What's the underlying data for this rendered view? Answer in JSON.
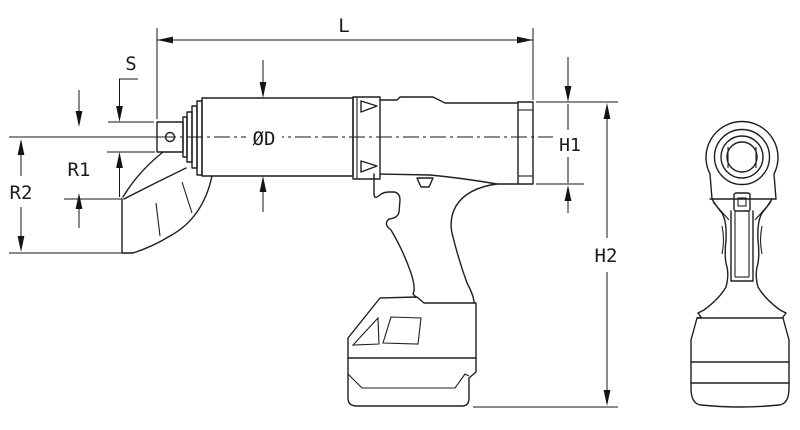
{
  "drawing": {
    "title": "Cordless torque tool dimensional drawing",
    "background": "#ffffff",
    "line_color": "#1f1f1f",
    "dimension_color": "#141414",
    "labels": {
      "length": "L",
      "square": "S",
      "diameter": "ØD",
      "radius1": "R1",
      "radius2": "R2",
      "height1": "H1",
      "height2": "H2"
    }
  }
}
